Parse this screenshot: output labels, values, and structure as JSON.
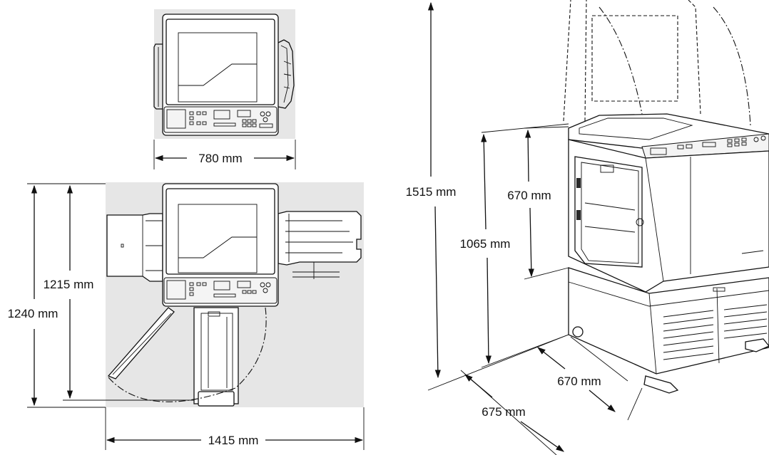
{
  "dimensions": {
    "top_view_width": "780 mm",
    "floor_width": "1415 mm",
    "floor_depth_outer": "1240 mm",
    "floor_depth_inner": "1215 mm",
    "max_height": "1515 mm",
    "table_height": "1065 mm",
    "unit_height": "670 mm",
    "unit_depth": "670 mm",
    "stand_depth": "675 mm"
  },
  "colors": {
    "footprint_shade": "#e6e6e6",
    "line": "#111111"
  }
}
